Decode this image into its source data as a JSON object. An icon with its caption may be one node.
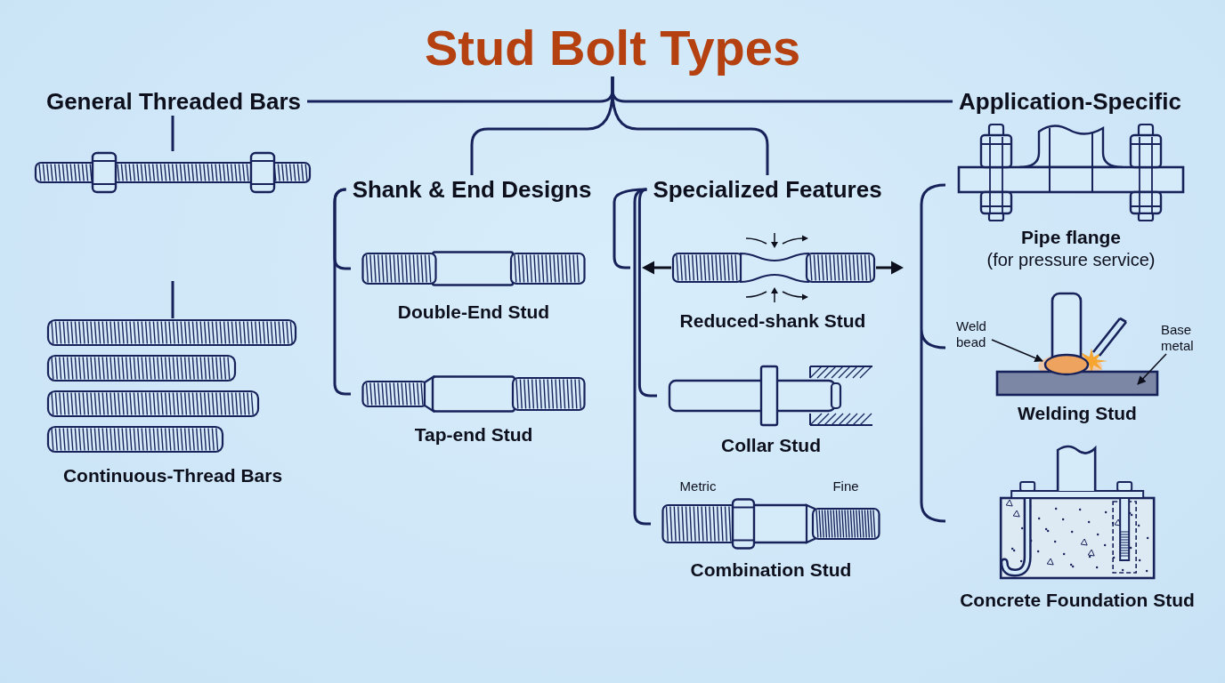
{
  "diagram": {
    "nodes": [
      {
        "text": [
          "Stud Bolt Types"
        ]
      },
      {
        "text": [
          "General Threaded Bars"
        ]
      },
      {
        "text": [
          "Shank & End Designs"
        ]
      },
      {
        "text": [
          "Specialized Features"
        ]
      },
      {
        "text": [
          "Application-Specific"
        ]
      },
      {
        "text": [],
        "shape": "picture"
      },
      {
        "text": [
          "Continuous-Thread Bars"
        ]
      },
      {
        "text": [
          "Double-End Stud"
        ]
      },
      {
        "text": [
          "Tap-end Stud"
        ]
      },
      {
        "text": [
          "Reduced-shank Stud"
        ]
      },
      {
        "text": [
          "Collar Stud"
        ]
      },
      {
        "text": [
          "Combination Stud"
        ]
      },
      {
        "text": [
          "Pipe flange",
          "(for pressure service)"
        ]
      },
      {
        "text": [
          "Welding Stud"
        ]
      },
      {
        "text": [
          "Weld bead"
        ]
      },
      {
        "text": [
          "Base metal"
        ]
      },
      {
        "text": [
          "Concrete Foundation Stud"
        ]
      }
    ],
    "edges": [
      {
        "from": 0,
        "to": 1,
        "arrow": "none"
      },
      {
        "from": 0,
        "to": 2,
        "arrow": "none"
      },
      {
        "from": 0,
        "to": 3,
        "arrow": "none"
      },
      {
        "from": 0,
        "to": 4,
        "arrow": "none"
      },
      {
        "from": 1,
        "to": 5,
        "arrow": "none"
      },
      {
        "from": null,
        "to": 6,
        "arrow": "none"
      },
      {
        "from": 2,
        "to": 7,
        "arrow": "none"
      },
      {
        "from": 2,
        "to": 8,
        "arrow": "none"
      },
      {
        "from": 3,
        "to": 9,
        "arrow": "none"
      },
      {
        "from": 3,
        "to": 10,
        "arrow": "none"
      },
      {
        "from": 3,
        "to": 11,
        "arrow": "none"
      },
      {
        "from": 14,
        "to": 13,
        "arrow": "to"
      },
      {
        "from": 15,
        "to": 13,
        "arrow": "to"
      }
    ],
    "labels": [
      "Metric",
      "Fine"
    ]
  }
}
